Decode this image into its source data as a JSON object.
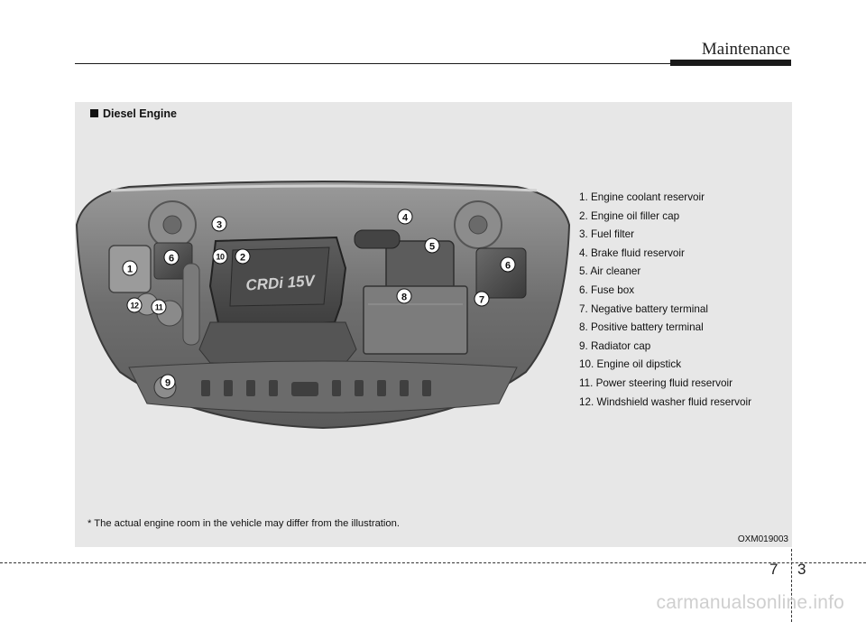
{
  "header": {
    "title": "Maintenance"
  },
  "section": {
    "title": "Diesel Engine"
  },
  "illustration": {
    "cover_text": "CRDi 15V",
    "callouts": [
      "1",
      "2",
      "3",
      "4",
      "5",
      "6",
      "6",
      "7",
      "8",
      "9",
      "10",
      "11",
      "12"
    ]
  },
  "legend": {
    "items": [
      "1. Engine coolant reservoir",
      "2. Engine oil filler cap",
      "3. Fuel filter",
      "4. Brake fluid reservoir",
      "5. Air cleaner",
      "6. Fuse box",
      "7. Negative battery terminal",
      "8. Positive battery terminal",
      "9. Radiator cap",
      "10. Engine oil dipstick",
      "11. Power steering fluid reservoir",
      "12. Windshield washer fluid reservoir"
    ]
  },
  "note": "* The actual engine room in the vehicle may differ from the illustration.",
  "figure_code": "OXM019003",
  "footer": {
    "chapter": "7",
    "page": "3"
  },
  "watermark": "carmanualsonline.info"
}
